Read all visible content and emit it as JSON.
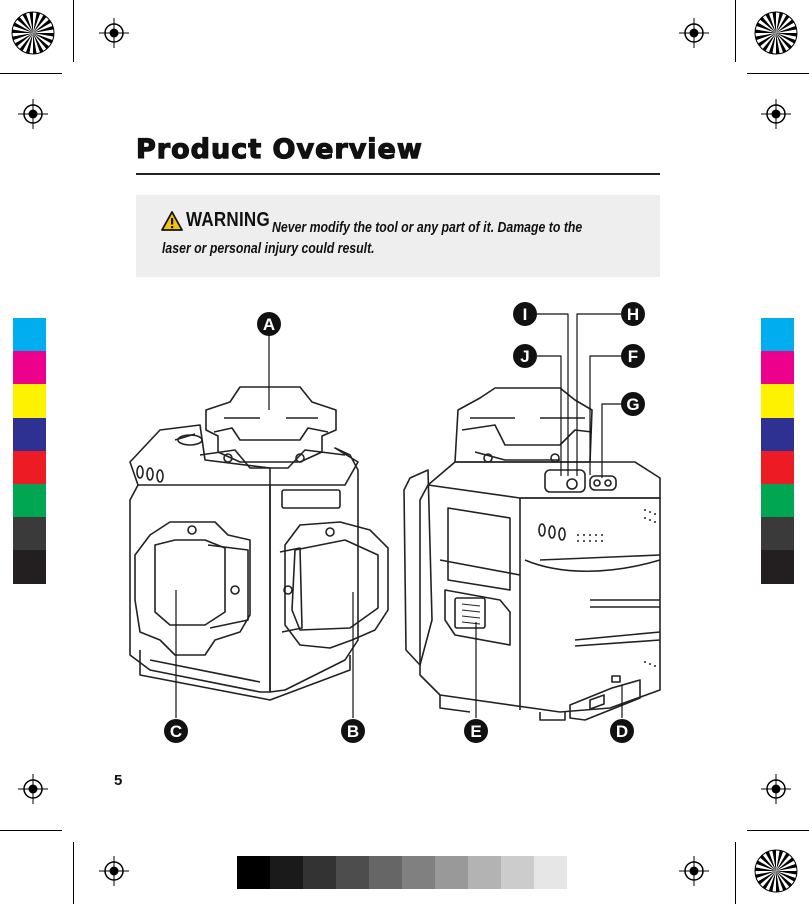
{
  "page": {
    "title": "Product Overview",
    "page_number": "5"
  },
  "warning": {
    "label": "WARNING",
    "line1": "Never modify the tool or any part of it. Damage to the",
    "line2": "laser or personal injury could result."
  },
  "callouts": [
    "A",
    "B",
    "C",
    "D",
    "E",
    "F",
    "G",
    "H",
    "I",
    "J"
  ],
  "color_swatches": {
    "left": [
      "#00aeef",
      "#ec008c",
      "#fff200",
      "#2e3192",
      "#ed1c24",
      "#00a651",
      "#3a3a3a",
      "#231f20"
    ],
    "right": [
      "#00aeef",
      "#ec008c",
      "#fff200",
      "#2e3192",
      "#ed1c24",
      "#00a651",
      "#3a3a3a",
      "#231f20"
    ],
    "gray_scale": [
      "#000000",
      "#1a1a1a",
      "#333333",
      "#4d4d4d",
      "#666666",
      "#808080",
      "#999999",
      "#b3b3b3",
      "#cccccc",
      "#e6e6e6"
    ]
  }
}
